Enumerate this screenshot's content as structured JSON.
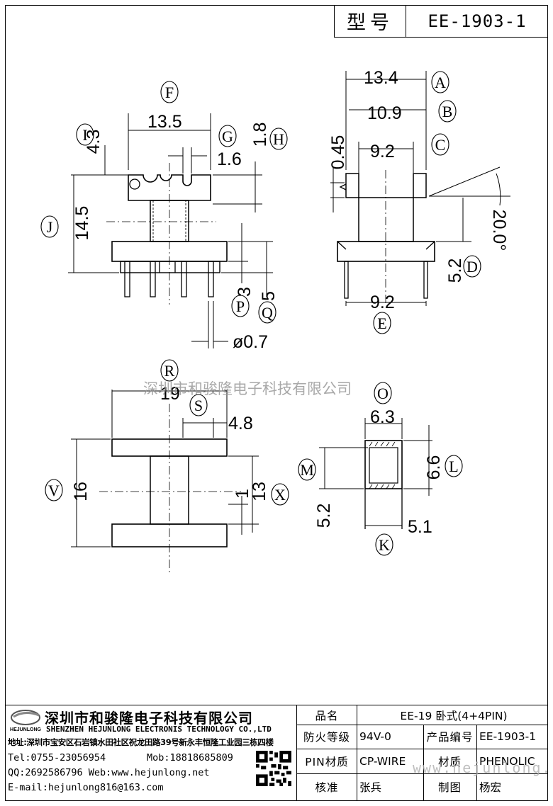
{
  "header": {
    "model_label": "型号",
    "model_value": "EE-1903-1"
  },
  "dimensions": {
    "top_F": "13.5",
    "top_I": "4.3",
    "top_G": "1.6",
    "top_H": "1.8",
    "top_J": "14.5",
    "top_P": "3",
    "top_Q": "5",
    "pin_dia": "ø0.7",
    "side_A": "13.4",
    "side_B": "10.9",
    "side_0_45": "0.45",
    "side_C": "9.2",
    "angle": "20.0°",
    "side_D": "5.2",
    "side_E": "9.2",
    "bot_R": "19",
    "bot_S": "4.8",
    "bot_V": "16",
    "bot_1": "1",
    "bot_X": "13",
    "sec_O": "6.3",
    "sec_L": "6.6",
    "sec_M": "5.2",
    "sec_K": "5.1"
  },
  "callouts": {
    "A": "A",
    "B": "B",
    "C": "C",
    "D": "D",
    "E": "E",
    "F": "F",
    "G": "G",
    "H": "H",
    "I": "I",
    "J": "J",
    "K": "K",
    "L": "L",
    "M": "M",
    "O": "O",
    "P": "P",
    "Q": "Q",
    "R": "R",
    "S": "S",
    "V": "V",
    "X": "X"
  },
  "watermark": "深圳市和骏隆电子科技有限公司",
  "watermark_url": "www.hejunlong.net",
  "company": {
    "logo_text": "HEJUNLONG",
    "name_cn": "深圳市和骏隆电子科技有限公司",
    "name_en": "SHENZHEN HEJUNLONG ELECTRONIS TECHNOLOGY CO.,LTD",
    "address": "地址:深圳市宝安区石岩镇水田社区祝龙田路39号新永丰恒隆工业园三栋四楼",
    "tel": "Tel:0755-23056954",
    "mob": "Mob:18818685809",
    "qq_web": "QQ:2692586796 Web:www.hejunlong.net",
    "email": "E-mail:hejunlong816@163.com"
  },
  "specs": {
    "name_label": "品名",
    "name_value": "EE-19 卧式(4+4PIN)",
    "fire_label": "防火等级",
    "fire_value": "94V-0",
    "code_label": "产品编号",
    "code_value": "EE-1903-1",
    "pin_label": "PIN材质",
    "pin_value": "CP-WIRE",
    "mat_label": "材质",
    "mat_value": "PHENOLIC",
    "check_label": "核准",
    "check_value": "张兵",
    "draw_label": "制图",
    "draw_value": "杨宏"
  }
}
